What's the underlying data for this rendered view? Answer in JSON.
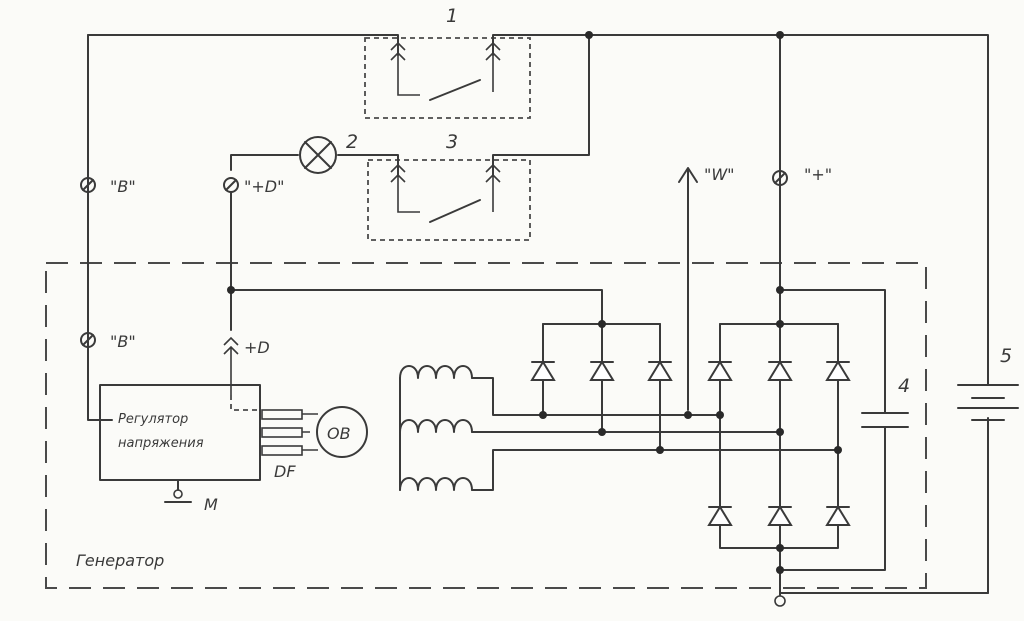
{
  "labels": {
    "relay1": "1",
    "lamp2": "2",
    "relay3": "3",
    "capacitor4": "4",
    "battery5": "5",
    "terminal_b_top": "\"B\"",
    "terminal_d_top": "\"+D\"",
    "terminal_w": "\"W\"",
    "terminal_plus": "\"+\"",
    "terminal_b_gen": "\"B\"",
    "terminal_d_gen": "+D",
    "regulator_line1": "Регулятор",
    "regulator_line2": "напряжения",
    "field_winding": "ОВ",
    "df": "DF",
    "ground_m": "M",
    "generator": "Генератор"
  }
}
